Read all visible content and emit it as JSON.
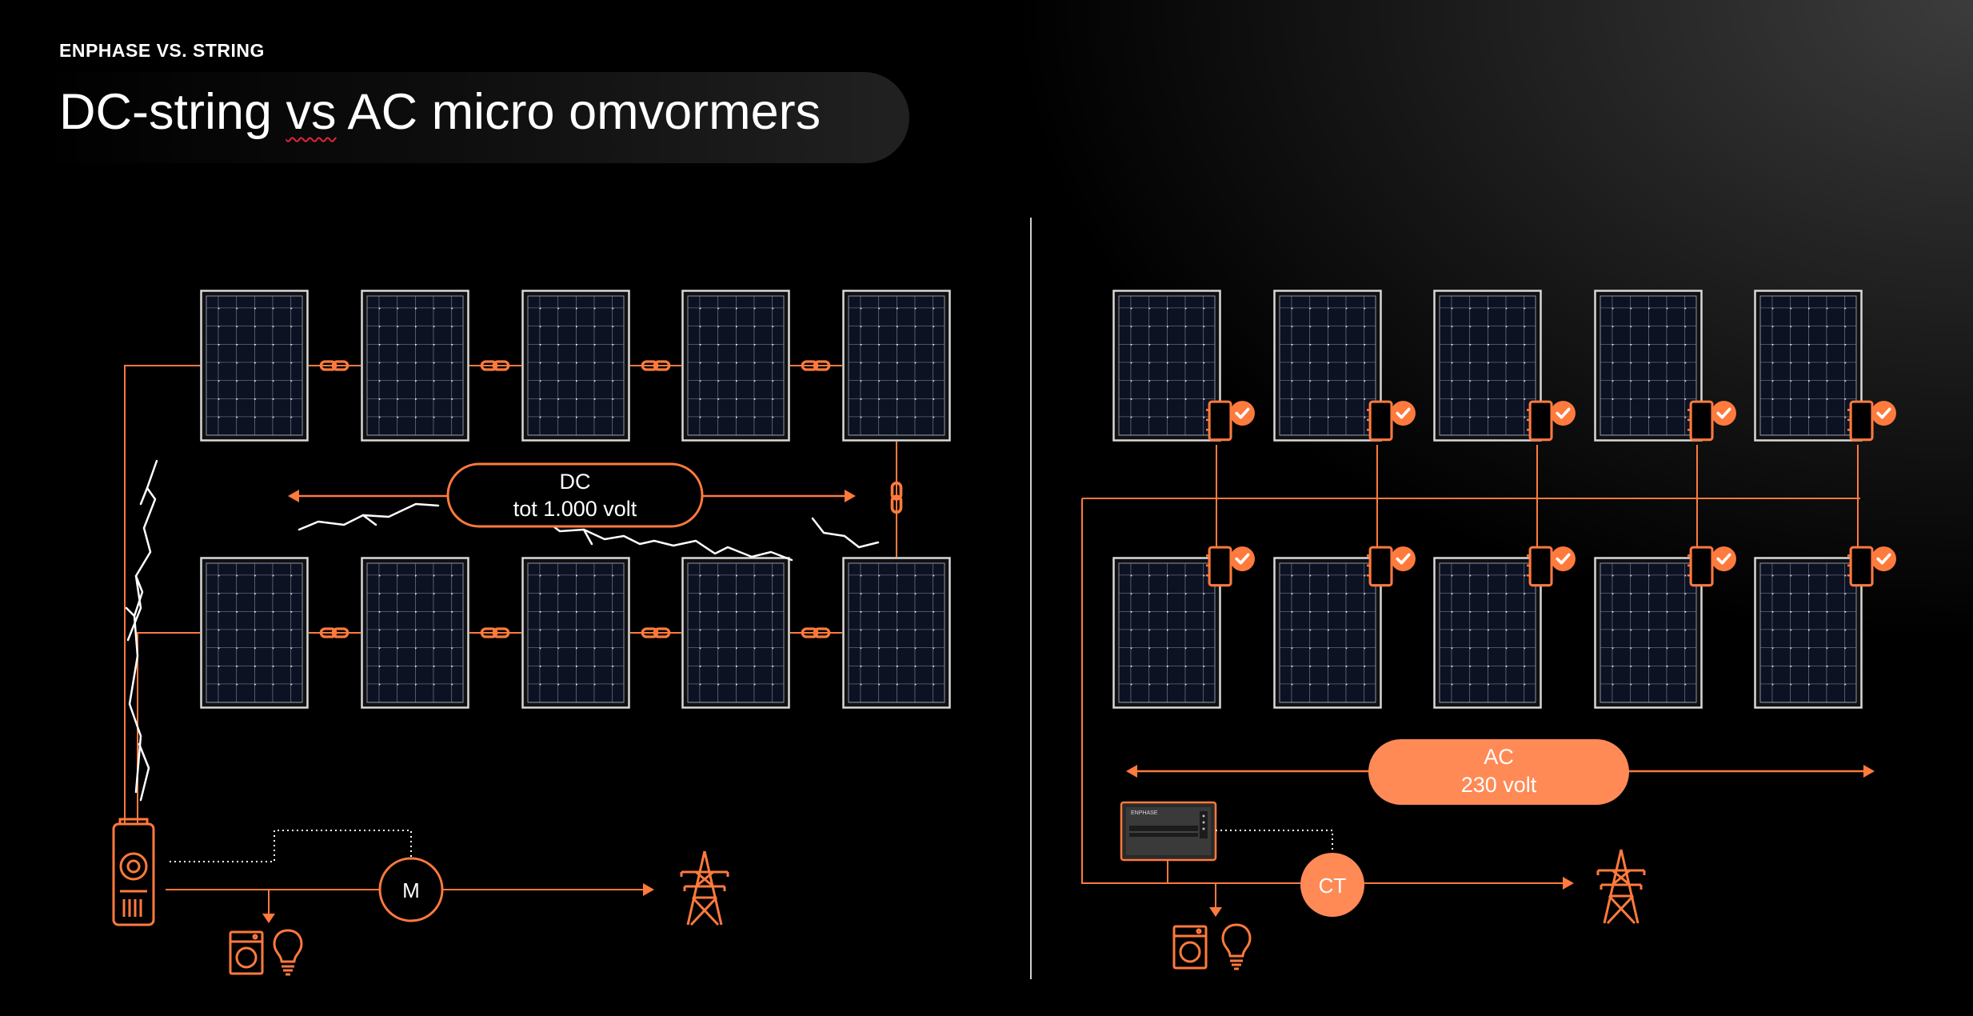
{
  "header": {
    "eyebrow": "ENPHASE VS. STRING",
    "title_part1": "DC-string ",
    "title_part2": "vs",
    "title_part3": " AC micro omvormers"
  },
  "left": {
    "dc_label_line1": "DC",
    "dc_label_line2": "tot 1.000 volt",
    "meter_label": "M"
  },
  "right": {
    "ac_label_line1": "AC",
    "ac_label_line2": "230 volt",
    "ct_label": "CT",
    "gateway_brand": "ENPHASE"
  },
  "colors": {
    "accent": "#ff7a3d",
    "background": "#000000",
    "panel_cell": "#0c1222",
    "text": "#ffffff"
  }
}
